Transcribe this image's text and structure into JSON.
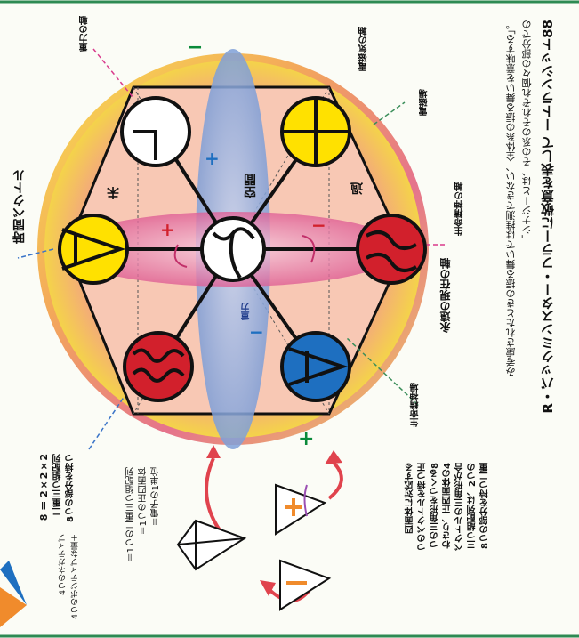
{
  "title": "R・バックミンスター・フラーに敬意を表して ートランシット88",
  "subtitle_lines": [
    "「シナジーとは、その系のそれぞれ個々の部分での",
    "み考慮されたときの振る舞いでは推測できない、全体系の振る舞いを意味する」。"
  ],
  "labels": {
    "gravity_axis": "重力の軸",
    "em_axis": "電磁気の軸",
    "em_field": "電磁場",
    "life_spirit_axis": "生命精神の軸",
    "eternal_now_axis": "永遠の現在の軸",
    "life_spirit_field": "生命精神場",
    "time_vector": "時間ベクトル",
    "gravity_force": "重力",
    "field_left": "電磁場",
    "field_right": "重力場",
    "center_top": "空間",
    "center_bottom": "重力場",
    "left_side_label": "未",
    "right_side_label": "過"
  },
  "note_right": [
    "8つの部分を持つ二重",
    "三つ組配列は、2つの",
    "ベクトルの三角形が合",
    "わさり、正四面体の4",
    "つの三角形をつくる8",
    "つのベクトルを持つ正",
    "四面体に対応する"
  ],
  "note_bottom": [
    "＝電子の1単位",
    "＝1つの正四面体",
    "＝1つの二重三つ組配列"
  ],
  "note_lower_left": [
    "8つの部分を持つ",
    "二重三つ組配列",
    "8 ＝ 2×2×2"
  ],
  "note_lower_right": [
    "4つのポジティブな量＋",
    "4つのネガティブ"
  ],
  "signs": {
    "plus": "+",
    "minus": "−"
  },
  "colors": {
    "red_circle": "#d2202c",
    "blue_circle": "#1e6fc0",
    "yellow_circle": "#ffe100",
    "white_circle": "#ffffff",
    "green_sign": "#0a8a3a",
    "hex_fill": "#f4b9a0",
    "blue_ellipse": "#7e9fd8",
    "pink_ellipse": "#e2689c",
    "frame_green": "#2d8a53"
  }
}
